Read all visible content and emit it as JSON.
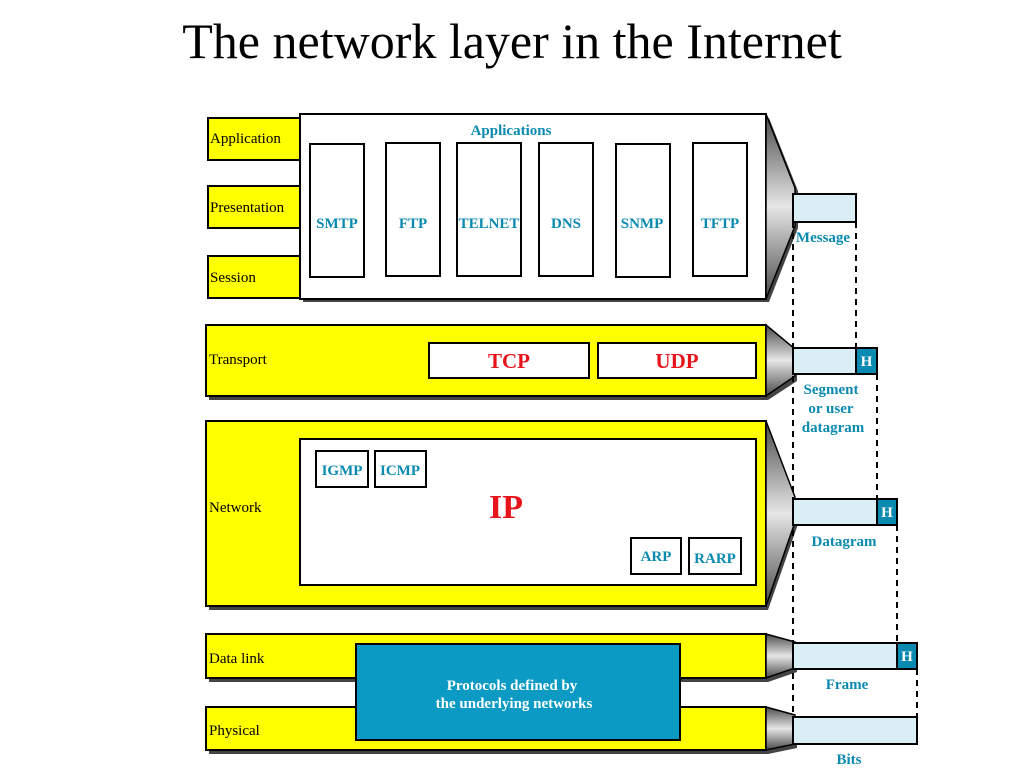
{
  "title": "The network layer in the Internet",
  "layers": {
    "application": "Application",
    "presentation": "Presentation",
    "session": "Session",
    "transport": "Transport",
    "network": "Network",
    "datalink": "Data link",
    "physical": "Physical"
  },
  "applications_heading": "Applications",
  "app_protocols": [
    "SMTP",
    "FTP",
    "TELNET",
    "DNS",
    "SNMP",
    "TFTP"
  ],
  "transport_protocols": [
    "TCP",
    "UDP"
  ],
  "network": {
    "ip": "IP",
    "igmp": "IGMP",
    "icmp": "ICMP",
    "arp": "ARP",
    "rarp": "RARP"
  },
  "lower": {
    "line1": "Protocols defined by",
    "line2": "the underlying networks"
  },
  "units": {
    "message": "Message",
    "segment": [
      "Segment",
      "or user",
      "datagram"
    ],
    "datagram": "Datagram",
    "frame": "Frame",
    "bits": "Bits",
    "header": "H"
  },
  "colors": {
    "layer_fill": "#ffff00",
    "unit_fill": "#daeef5",
    "header_fill": "#0a8ab0",
    "lower_box_fill": "#0a9ac4",
    "protocol_text": "#0a8ab0",
    "highlight_text": "#e8141c"
  }
}
